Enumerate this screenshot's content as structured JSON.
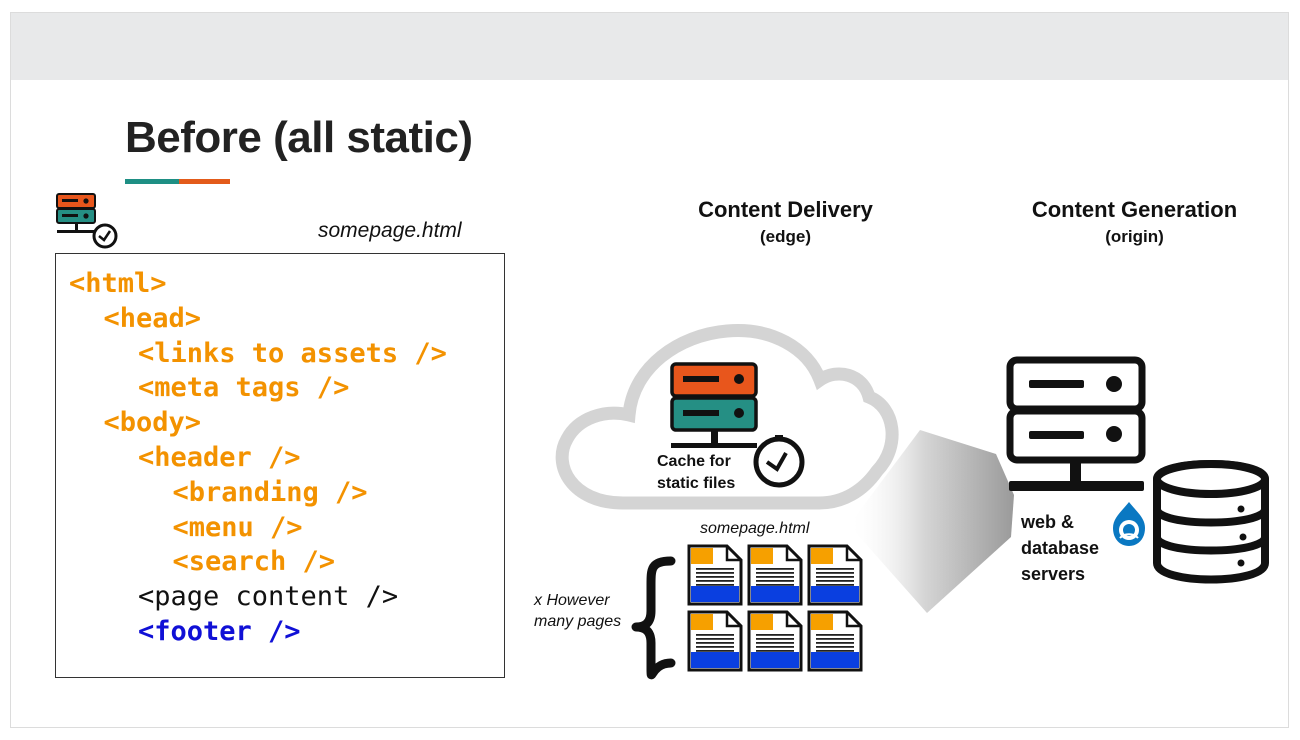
{
  "slide": {
    "title": "Before (all static)",
    "colors": {
      "accent_teal": "#1e8f84",
      "accent_orange": "#e35b1a",
      "code_orange": "#f39200",
      "code_blue": "#1010d6",
      "server_orange": "#e8561c",
      "server_teal": "#258f84",
      "page_orange": "#f6a000",
      "page_blue": "#0a3fe0"
    }
  },
  "left": {
    "filename": "somepage.html",
    "small_server_icon": "server-cache-icon",
    "code_lines": [
      {
        "text": "<html>",
        "style": "tag",
        "color": "#f39200",
        "indent": 0
      },
      {
        "text": "<head>",
        "style": "tag",
        "color": "#f39200",
        "indent": 1
      },
      {
        "text": "<links to assets />",
        "style": "tag",
        "color": "#f39200",
        "indent": 2
      },
      {
        "text": "<meta tags />",
        "style": "tag",
        "color": "#f39200",
        "indent": 2
      },
      {
        "text": "<body>",
        "style": "tag",
        "color": "#f39200",
        "indent": 1
      },
      {
        "text": "<header />",
        "style": "tag",
        "color": "#f39200",
        "indent": 2
      },
      {
        "text": "<branding />",
        "style": "tag",
        "color": "#f39200",
        "indent": 3
      },
      {
        "text": "<menu />",
        "style": "tag",
        "color": "#f39200",
        "indent": 3
      },
      {
        "text": "<search />",
        "style": "tag",
        "color": "#f39200",
        "indent": 3
      },
      {
        "text": "<page content />",
        "style": "plain",
        "color": "#111111",
        "indent": 2
      },
      {
        "text": "<footer />",
        "style": "tag",
        "color": "#1010d6",
        "indent": 2
      }
    ]
  },
  "delivery": {
    "heading": "Content Delivery",
    "subheading": "(edge)",
    "cache_label": "Cache for\nstatic files",
    "filename": "somepage.html",
    "pages_label": "x However\nmany pages",
    "page_count": 6
  },
  "generation": {
    "heading": "Content Generation",
    "subheading": "(origin)",
    "server_label": "web &\ndatabase\nservers",
    "icons": [
      "server-icon",
      "database-icon",
      "drupal-icon"
    ]
  }
}
